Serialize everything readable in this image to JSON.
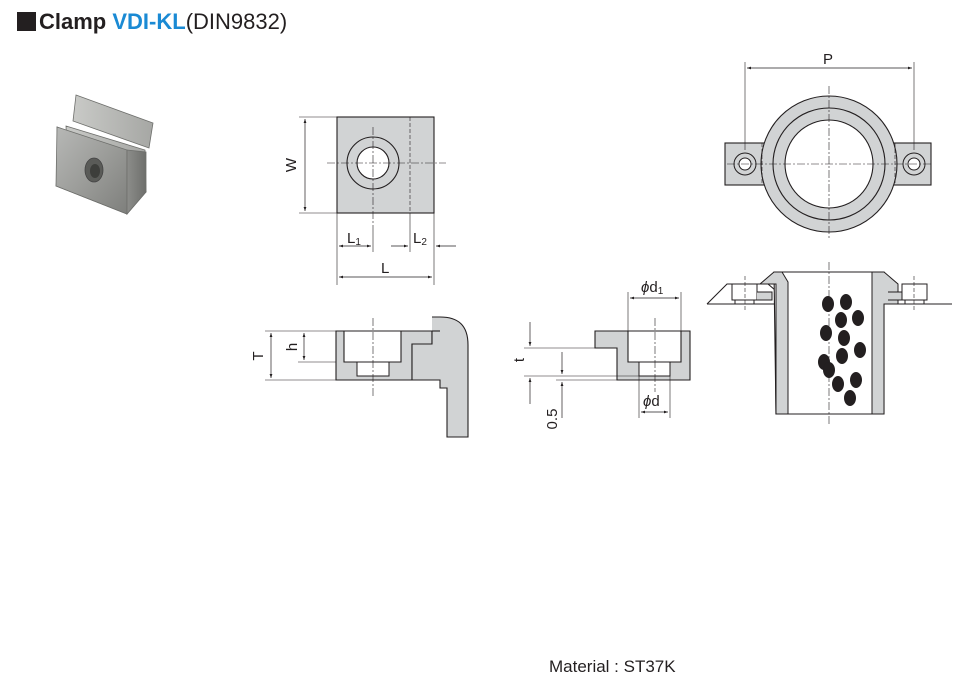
{
  "title": {
    "product": "Clamp",
    "code": "VDI-KL",
    "standard": "(DIN9832)"
  },
  "colors": {
    "accent": "#1a8ad4",
    "part_fill": "#d1d3d4",
    "line": "#231f20"
  },
  "dimensions": {
    "W": "W",
    "L1": "L",
    "L1_sub": "1",
    "L2": "L",
    "L2_sub": "2",
    "L": "L",
    "T": "T",
    "h": "h",
    "t": "t",
    "offset": "0.5",
    "d1": "d",
    "d1_sub": "1",
    "d": "d",
    "phi": "ϕ",
    "P": "P"
  },
  "material": "Material : ST37K"
}
